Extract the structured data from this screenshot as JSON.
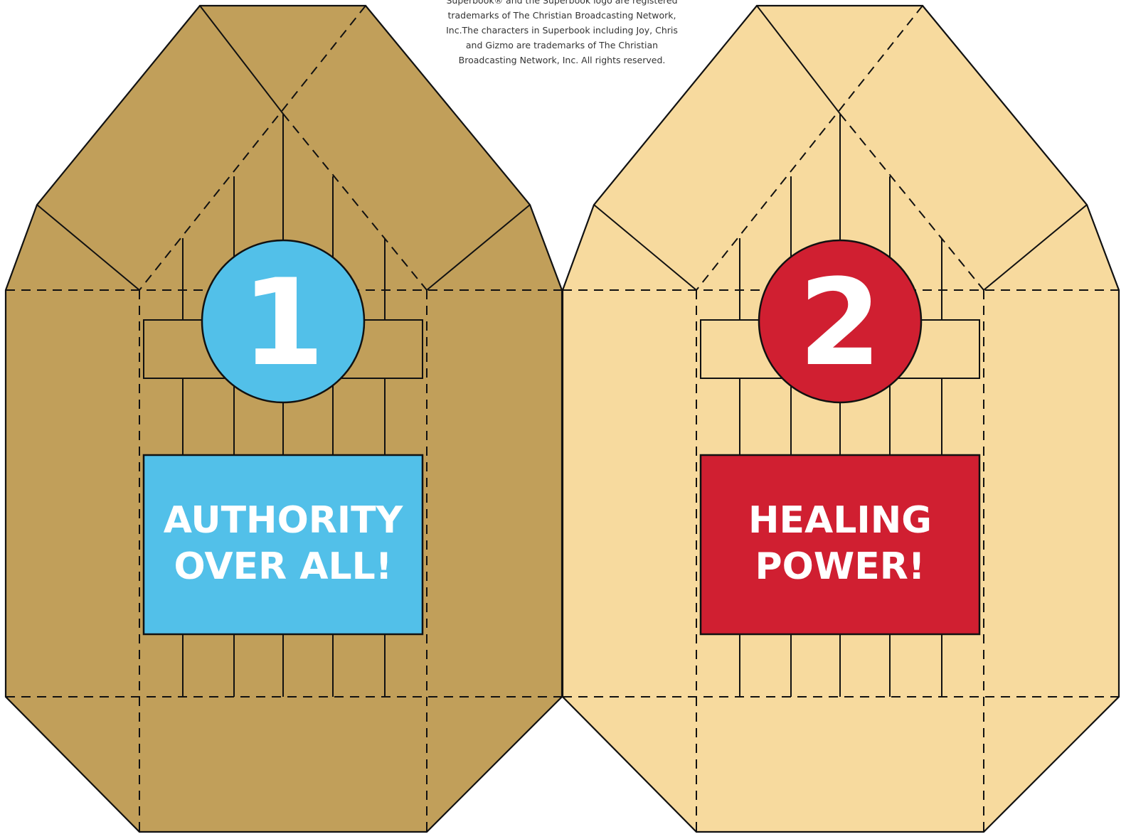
{
  "copyright": "Superbook® and the Superbook logo are registered\ntrademarks of The Christian Broadcasting Network,\nInc.The characters in Superbook including Joy, Chris\nand Gizmo are trademarks of The Christian\nBroadcasting Network, Inc. All rights reserved.",
  "colors": {
    "outline": "#111111",
    "paper_dark": "#c19f5a",
    "paper_light": "#f7da9e",
    "blue": "#52c0e9",
    "red": "#d01f31",
    "white": "#ffffff"
  },
  "templates": [
    {
      "number": "1",
      "line1": "AUTHORITY",
      "line2": "OVER ALL!",
      "paper_color": "#c19f5a",
      "accent_color": "#52c0e9"
    },
    {
      "number": "2",
      "line1": "HEALING",
      "line2": "POWER!",
      "paper_color": "#f7da9e",
      "accent_color": "#d01f31"
    }
  ]
}
